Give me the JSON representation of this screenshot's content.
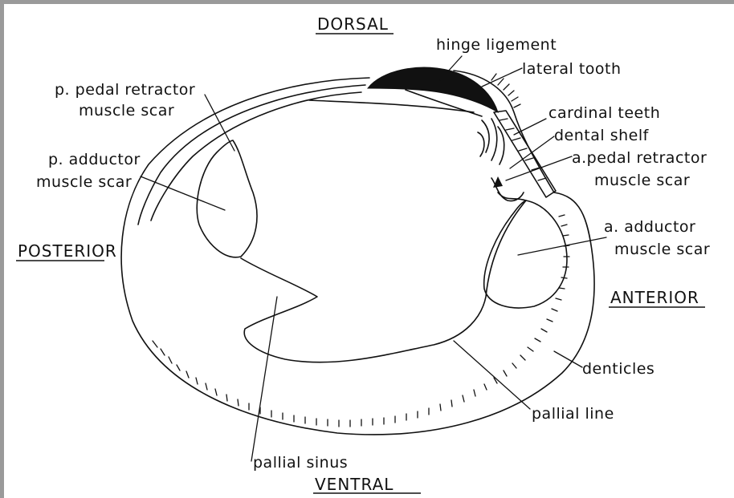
{
  "orientation": {
    "dorsal": "DORSAL",
    "ventral": "VENTRAL",
    "posterior": "POSTERIOR",
    "anterior": "ANTERIOR"
  },
  "labels": {
    "hinge_ligament": "hinge ligement",
    "lateral_tooth": "lateral tooth",
    "p_pedal_retractor_1": "p. pedal retractor",
    "p_pedal_retractor_2": "muscle scar",
    "cardinal_teeth": "cardinal teeth",
    "dental_shelf": "dental shelf",
    "a_pedal_retractor_1": "a.pedal retractor",
    "a_pedal_retractor_2": "muscle scar",
    "p_adductor_1": "p. adductor",
    "p_adductor_2": "muscle scar",
    "a_adductor_1": "a. adductor",
    "a_adductor_2": "muscle scar",
    "denticles": "denticles",
    "pallial_line": "pallial line",
    "pallial_sinus": "pallial sinus"
  },
  "colors": {
    "ink": "#111111",
    "paper": "#ffffff",
    "border": "#9a9a9a"
  }
}
